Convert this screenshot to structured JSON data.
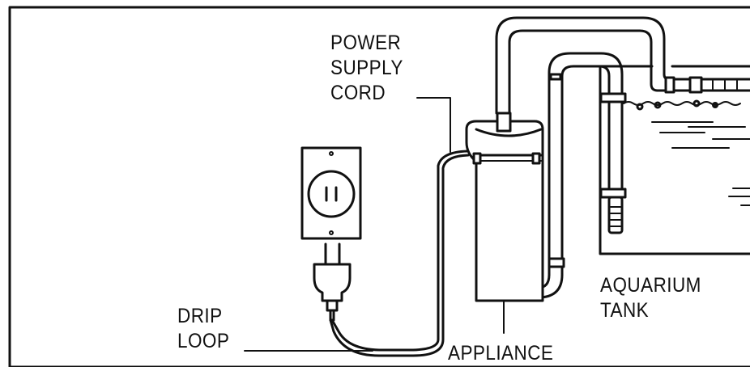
{
  "labels": {
    "power_supply_cord": [
      "POWER",
      "SUPPLY",
      "CORD"
    ],
    "drip_loop": [
      "DRIP",
      "LOOP"
    ],
    "appliance": [
      "APPLIANCE"
    ],
    "aquarium_tank": [
      "AQUARIUM",
      "TANK"
    ]
  },
  "colors": {
    "line": "#111111",
    "background": "#ffffff",
    "fill": "#ffffff"
  }
}
